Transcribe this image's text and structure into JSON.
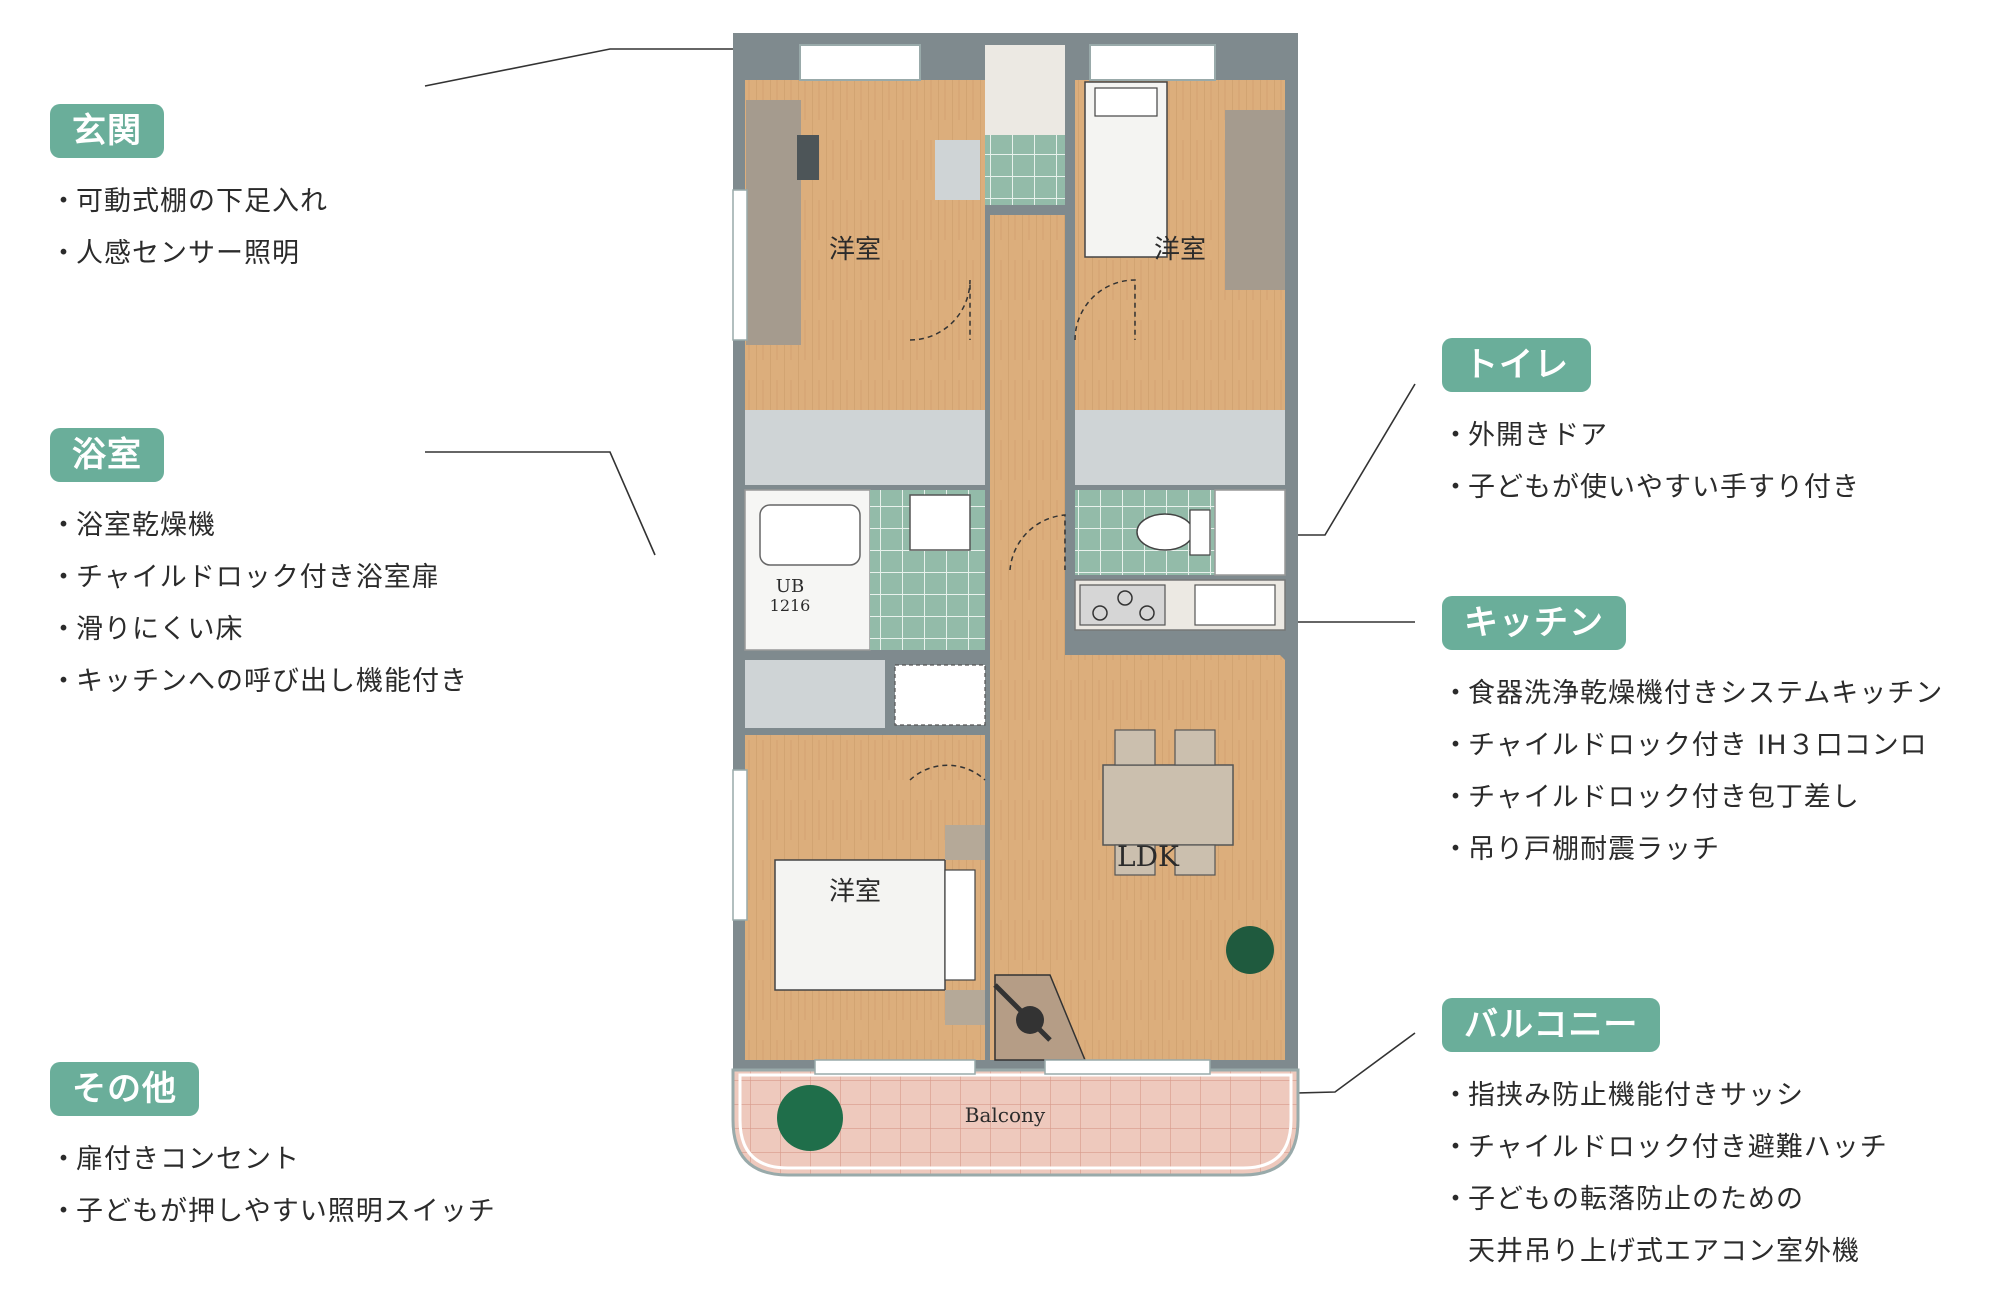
{
  "sections": {
    "genkan": {
      "title": "玄関",
      "items": [
        "可動式棚の下足入れ",
        "人感センサー照明"
      ]
    },
    "yokushitsu": {
      "title": "浴室",
      "items": [
        "浴室乾燥機",
        "チャイルドロック付き浴室扉",
        "滑りにくい床",
        "キッチンへの呼び出し機能付き"
      ]
    },
    "sonota": {
      "title": "その他",
      "items": [
        "扉付きコンセント",
        "子どもが押しやすい照明スイッチ"
      ]
    },
    "toilet": {
      "title": "トイレ",
      "items": [
        "外開きドア",
        "子どもが使いやすい手すり付き"
      ]
    },
    "kitchen": {
      "title": "キッチン",
      "items": [
        "食器洗浄乾燥機付きシステムキッチン",
        "チャイルドロック付き IH３口コンロ",
        "チャイルドロック付き包丁差し",
        "吊り戸棚耐震ラッチ"
      ]
    },
    "balcony": {
      "title": "バルコニー",
      "items": [
        "指挟み防止機能付きサッシ",
        "チャイルドロック付き避難ハッチ",
        "子どもの転落防止のための",
        "天井吊り上げ式エアコン室外機"
      ]
    }
  },
  "plan": {
    "room_nw": "洋室",
    "room_ne": "洋室",
    "room_sw": "洋室",
    "ldk": "LDK",
    "ub_1": "UB",
    "ub_2": "1216",
    "balcony": "Balcony"
  },
  "colors": {
    "accent": "#6aae9a",
    "wood": "#dcae7c",
    "wall": "#7f8a8e",
    "tile": "#93bba9",
    "balcony_tile": "#eec9bd"
  }
}
